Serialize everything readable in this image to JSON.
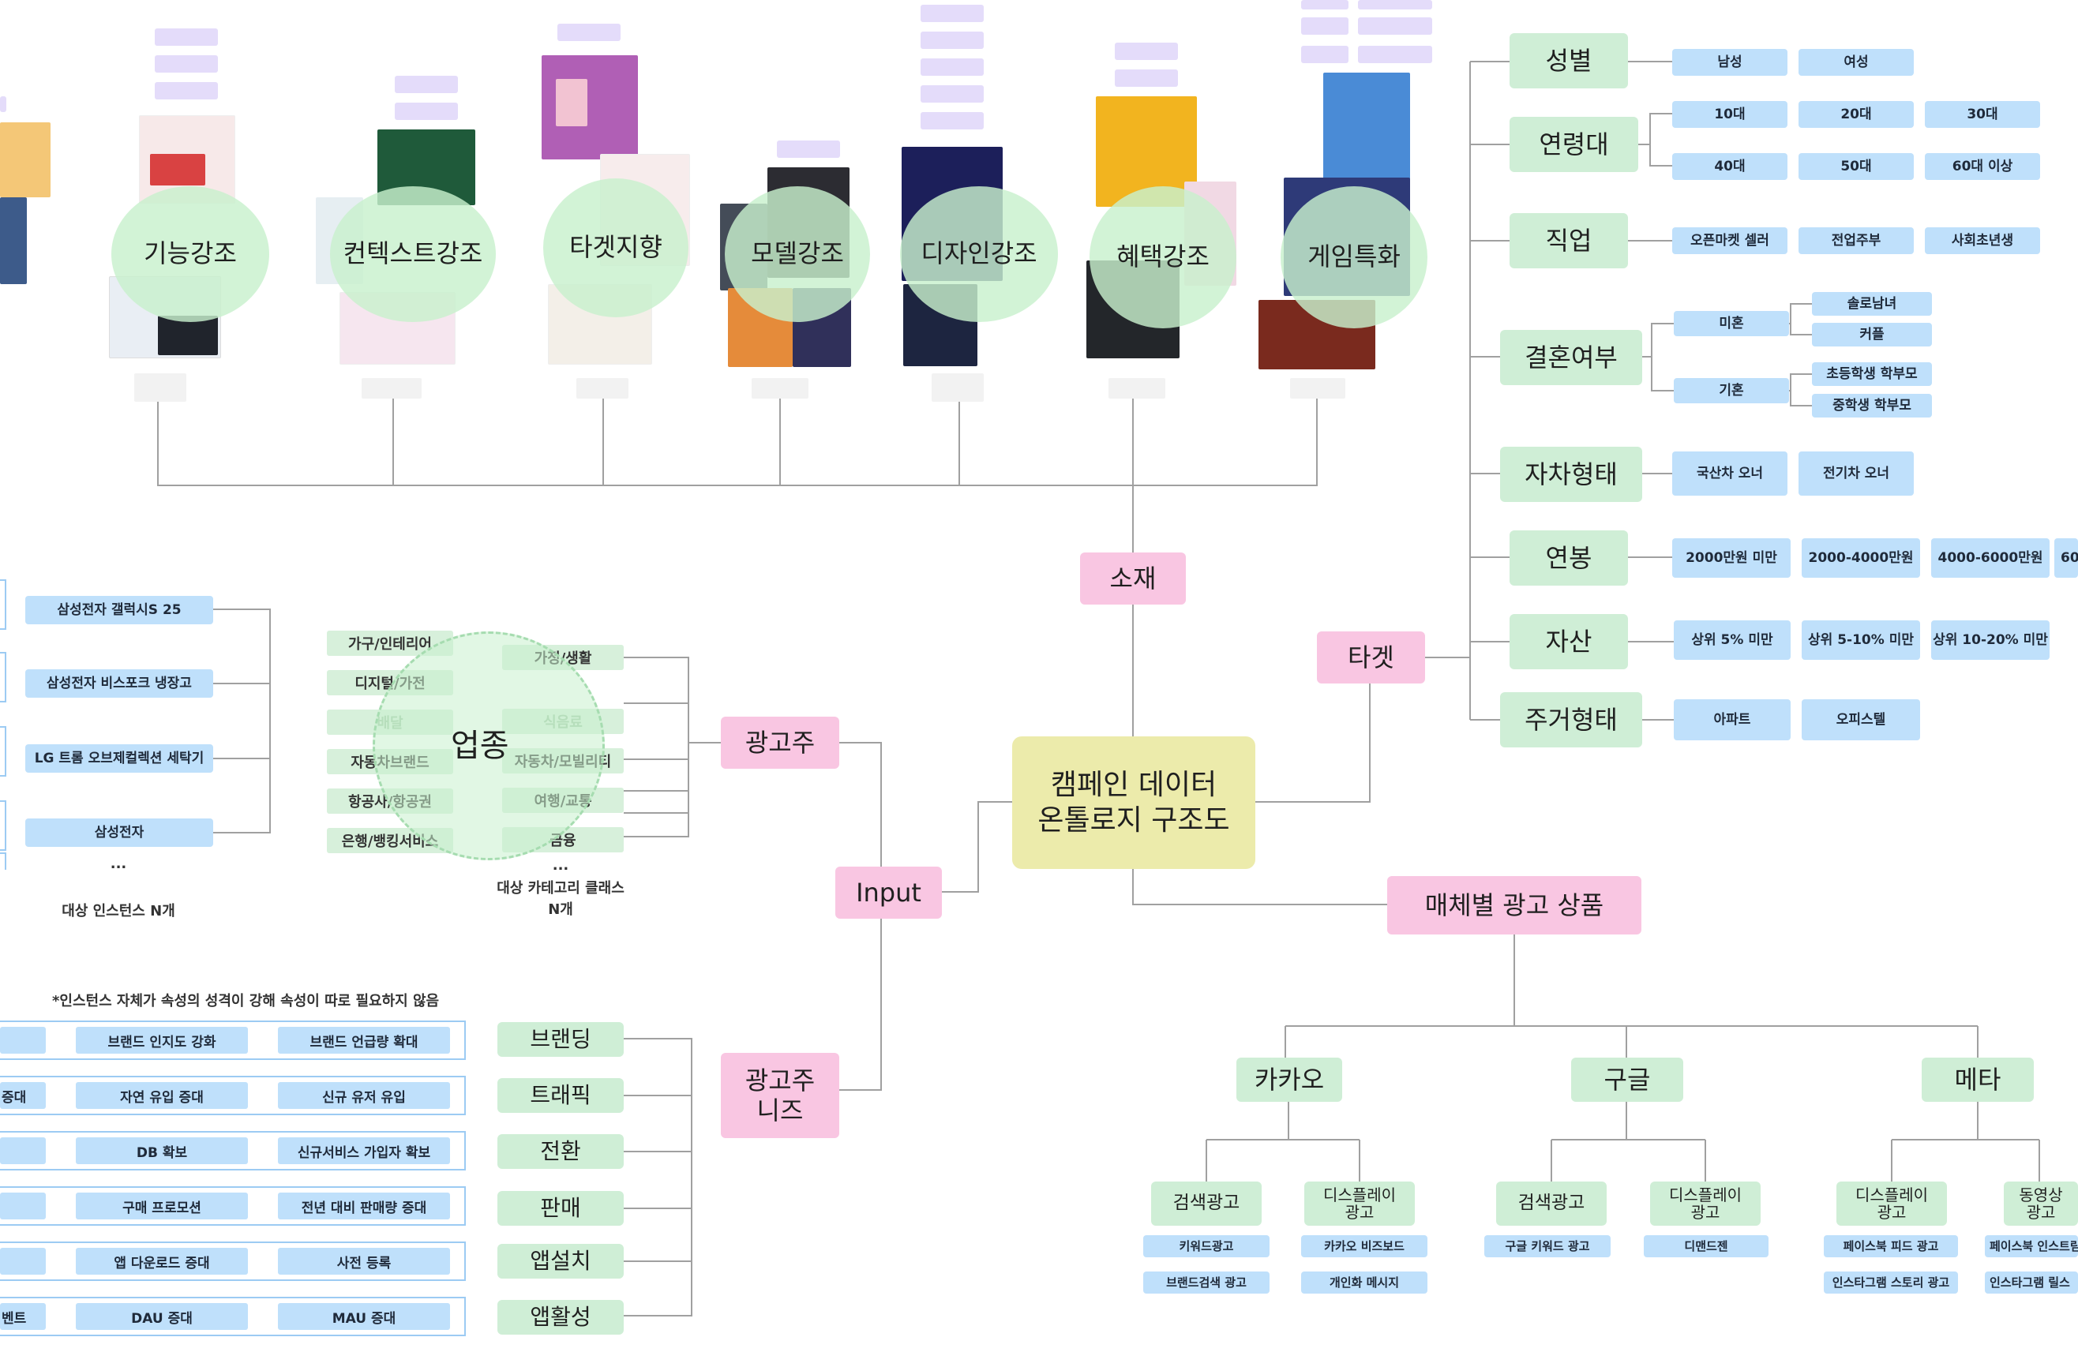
{
  "center": {
    "line1": "캠페인 데이터",
    "line2": "온톨로지 구조도"
  },
  "hubs": {
    "sozae": "소재",
    "target": "타겟",
    "input": "Input",
    "advertiser": "광고주",
    "needs_l1": "광고주",
    "needs_l2": "니즈",
    "media": "매체별 광고 상품"
  },
  "creative_concepts": [
    {
      "l1": "기능",
      "l2": "강조"
    },
    {
      "l1": "컨텍스트",
      "l2": "강조"
    },
    {
      "l1": "타겟",
      "l2": "지향"
    },
    {
      "l1": "모델",
      "l2": "강조"
    },
    {
      "l1": "디자인",
      "l2": "강조"
    },
    {
      "l1": "혜택",
      "l2": "강조"
    },
    {
      "l1": "게임",
      "l2": "특화"
    }
  ],
  "target_attrs": [
    {
      "label": "성별",
      "values": [
        "남성",
        "여성"
      ]
    },
    {
      "label": "연령대",
      "values": [
        "10대",
        "20대",
        "30대",
        "40대",
        "50대",
        "60대 이상"
      ]
    },
    {
      "label": "직업",
      "values": [
        "오픈마켓 셀러",
        "전업주부",
        "사회초년생"
      ]
    },
    {
      "label": "결혼여부",
      "sub": [
        {
          "label": "미혼",
          "values": [
            "솔로남녀",
            "커플"
          ]
        },
        {
          "label": "기혼",
          "values": [
            "초등학생 학부모",
            "중학생 학부모"
          ]
        }
      ]
    },
    {
      "label": "자차형태",
      "values": [
        "국산차 오너",
        "전기차 오너"
      ]
    },
    {
      "label": "연봉",
      "values": [
        "2000만원 미만",
        "2000-4000만원",
        "4000-6000만원",
        "60"
      ]
    },
    {
      "label": "자산",
      "values": [
        "상위 5% 미만",
        "상위 5-10% 미만",
        "상위 10-20% 미만"
      ]
    },
    {
      "label": "주거형태",
      "values": [
        "아파트",
        "오피스텔"
      ]
    }
  ],
  "industry": {
    "title": "업종",
    "left_items": [
      "가구/인테리어",
      "디지털/가전",
      "배달",
      "자동차브랜드",
      "항공사/항공권",
      "은행/뱅킹서비스"
    ],
    "right_items": [
      "가정/생활",
      "식음료",
      "자동차/모빌리티",
      "여행/교통",
      "금융"
    ],
    "ellipsis": "...",
    "caption_l1": "대상 카테고리 클래스",
    "caption_l2": "N개"
  },
  "instances": {
    "items": [
      "삼성전자 갤럭시S 25",
      "삼성전자 비스포크 냉장고",
      "LG 트롬 오브제컬렉션 세탁기",
      "삼성전자"
    ],
    "ellipsis": "...",
    "caption": "대상 인스턴스 N개",
    "note": "*인스턴스 자체가 속성의 성격이 강해 속성이 따로 필요하지 않음"
  },
  "needs": {
    "categories": [
      "브랜딩",
      "트래픽",
      "전환",
      "판매",
      "앱설치",
      "앱활성"
    ],
    "rows": [
      {
        "edge": "",
        "a": "브랜드 인지도 강화",
        "b": "브랜드 언급량 확대"
      },
      {
        "edge": "증대",
        "a": "자연 유입 증대",
        "b": "신규 유저 유입"
      },
      {
        "edge": "",
        "a": "DB 확보",
        "b": "신규서비스 가입자 확보"
      },
      {
        "edge": "",
        "a": "구매 프로모션",
        "b": "전년 대비 판매량 증대"
      },
      {
        "edge": "",
        "a": "앱 다운로드 증대",
        "b": "사전 등록"
      },
      {
        "edge": "벤트",
        "a": "DAU 증대",
        "b": "MAU 증대"
      }
    ]
  },
  "media": {
    "platforms": [
      {
        "name": "카카오",
        "types": [
          {
            "label_l1": "검색광고",
            "label_l2": "",
            "products": [
              "키워드광고",
              "브랜드검색 광고"
            ]
          },
          {
            "label_l1": "디스플레이",
            "label_l2": "광고",
            "products": [
              "카카오 비즈보드",
              "개인화 메시지"
            ]
          }
        ]
      },
      {
        "name": "구글",
        "types": [
          {
            "label_l1": "검색광고",
            "label_l2": "",
            "products": [
              "구글 키워드 광고"
            ]
          },
          {
            "label_l1": "디스플레이",
            "label_l2": "광고",
            "products": [
              "디맨드젠"
            ]
          }
        ]
      },
      {
        "name": "메타",
        "types": [
          {
            "label_l1": "디스플레이",
            "label_l2": "광고",
            "products": [
              "페이스북 피드 광고",
              "인스타그램 스토리 광고"
            ]
          },
          {
            "label_l1": "동영상",
            "label_l2": "광고",
            "products": [
              "페이스북 인스트림",
              "인스타그램 릴스"
            ]
          }
        ]
      }
    ]
  },
  "colors": {
    "pink": "#f9c6e2",
    "green": "#cfeed6",
    "blue": "#bfe0fb",
    "center": "#ecebab",
    "line": "#9e9e9e"
  }
}
